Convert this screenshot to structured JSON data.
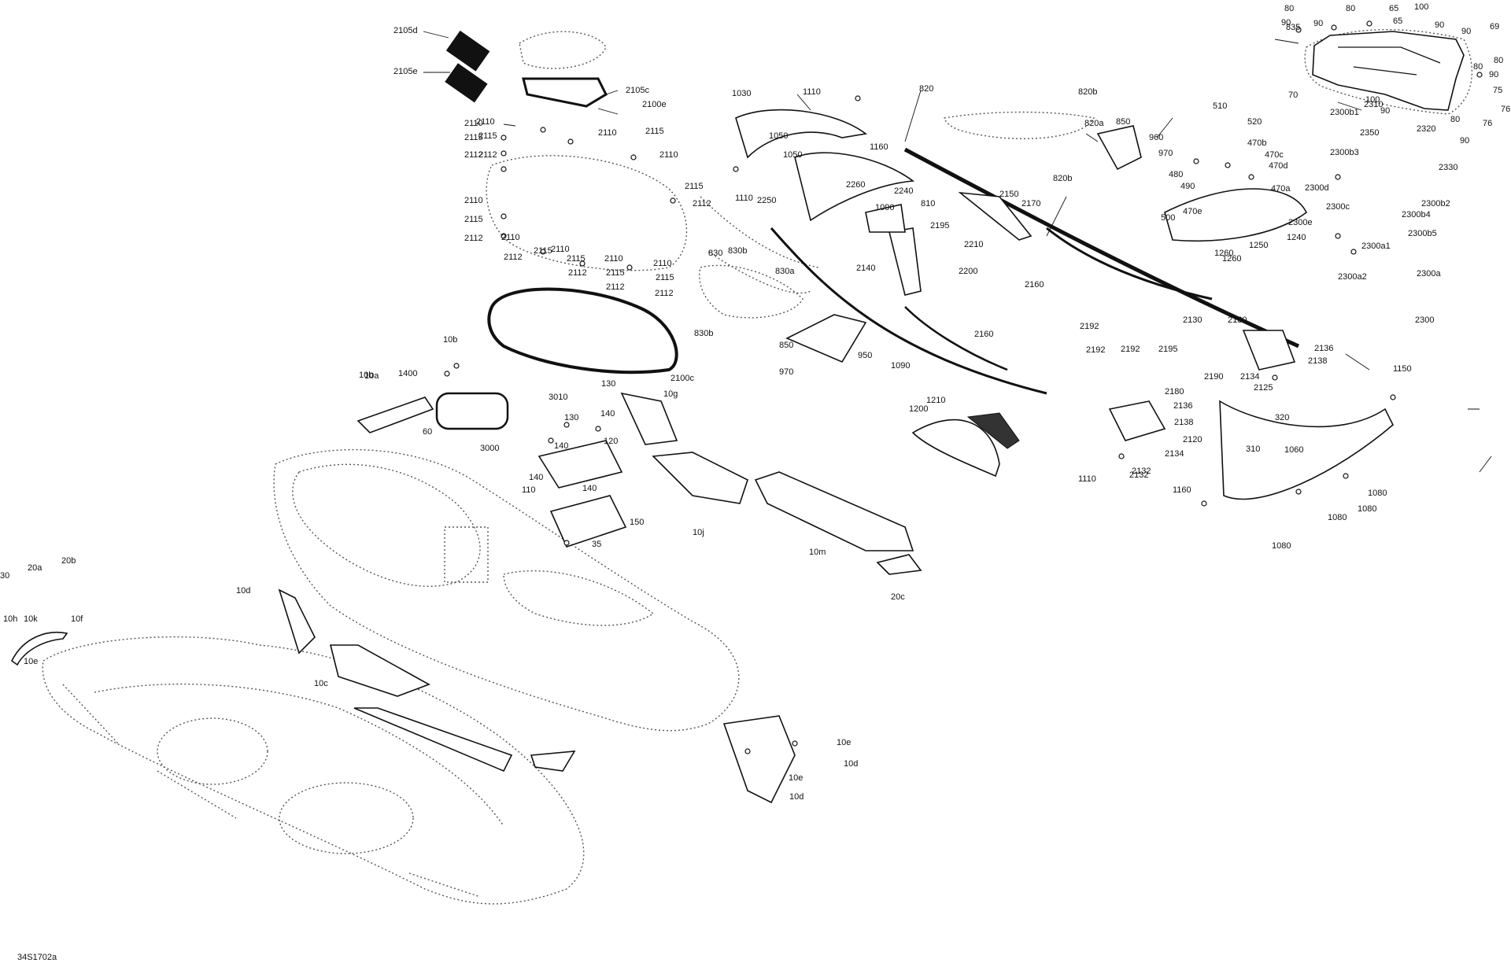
{
  "diagram": {
    "ref_code": "34S1702a",
    "labels": [
      "2105d",
      "2105e",
      "2105c",
      "2100e",
      "2110",
      "2115",
      "2112",
      "2100c",
      "1030",
      "1110",
      "1160",
      "1050",
      "2250",
      "2260",
      "2240",
      "810",
      "2150",
      "2170",
      "2195",
      "2210",
      "2140",
      "2200",
      "820",
      "820b",
      "820a",
      "850",
      "960",
      "970",
      "480",
      "490",
      "500",
      "510",
      "520",
      "470b",
      "470c",
      "470d",
      "470a",
      "470e",
      "830",
      "830b",
      "830a",
      "950",
      "1090",
      "2160",
      "1260",
      "1250",
      "1240",
      "1200",
      "1210",
      "1080",
      "2130",
      "2136",
      "2138",
      "2125",
      "2134",
      "2132",
      "2120",
      "2192",
      "2190",
      "2180",
      "835",
      "80",
      "90",
      "65",
      "100",
      "69",
      "75",
      "76",
      "70",
      "2310",
      "2350",
      "2320",
      "2330",
      "2300b1",
      "2300b2",
      "2300b3",
      "2300b4",
      "2300b5",
      "2300d",
      "2300c",
      "2300e",
      "2300a1",
      "2300a2",
      "2300a",
      "2300",
      "1150",
      "320",
      "310",
      "1060",
      "10b",
      "10a",
      "1400",
      "60",
      "3000",
      "3010",
      "130",
      "140",
      "120",
      "110",
      "150",
      "35",
      "10g",
      "10j",
      "10m",
      "20c",
      "20b",
      "20a",
      "30",
      "10f",
      "10h",
      "10k",
      "10e",
      "10d",
      "10c"
    ],
    "icons": [
      "hull-outline",
      "deck-outline",
      "hood-outline",
      "sticker-pad",
      "fastener-icon"
    ]
  }
}
